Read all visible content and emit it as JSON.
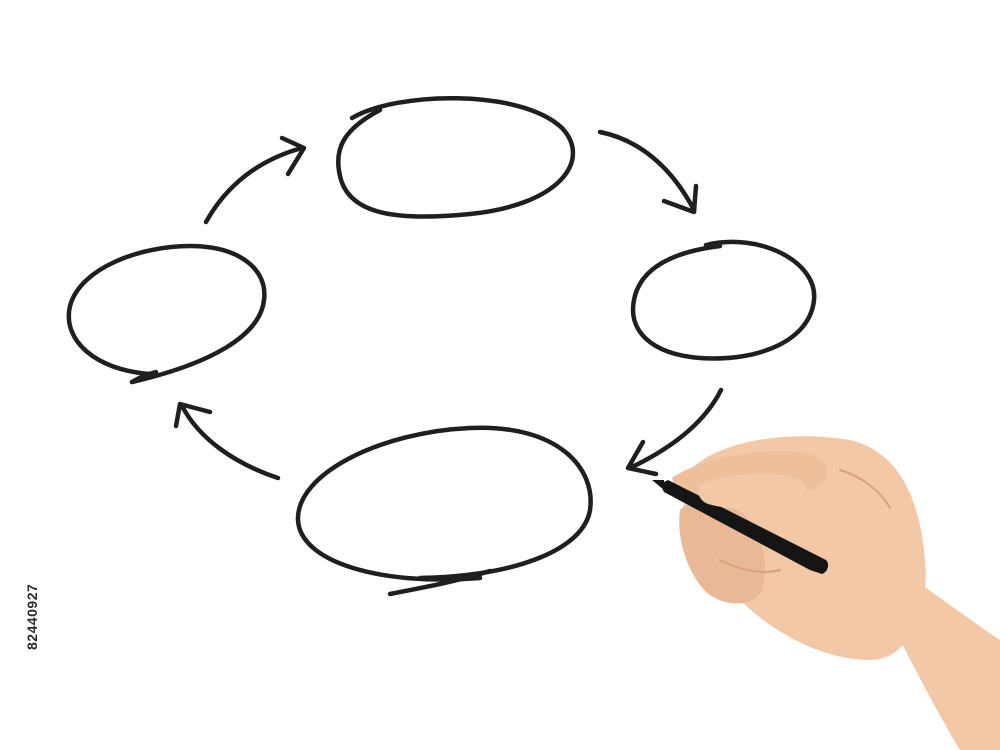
{
  "stock_id": "82440927",
  "colors": {
    "background": "#ffffff",
    "ink": "#1f1f1f",
    "skin": "#f2c8a6",
    "skin_shadow": "#d9a07c",
    "pen": "#151515"
  },
  "diagram": {
    "type": "cycle",
    "nodes": [
      {
        "id": "top",
        "label": ""
      },
      {
        "id": "right",
        "label": ""
      },
      {
        "id": "bottom",
        "label": ""
      },
      {
        "id": "left",
        "label": ""
      }
    ],
    "edges": [
      {
        "from": "top",
        "to": "right"
      },
      {
        "from": "right",
        "to": "bottom"
      },
      {
        "from": "bottom",
        "to": "left"
      },
      {
        "from": "left",
        "to": "top"
      }
    ]
  }
}
